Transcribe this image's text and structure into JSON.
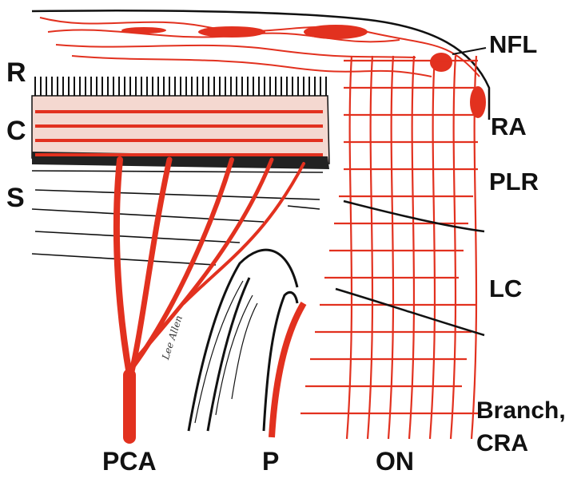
{
  "labels": {
    "R": "R",
    "C": "C",
    "S": "S",
    "NFL": "NFL",
    "RA": "RA",
    "PLR": "PLR",
    "LC": "LC",
    "branch": "Branch,",
    "cra": "CRA",
    "PCA": "PCA",
    "P": "P",
    "ON": "ON"
  },
  "signature": "Lee Allen",
  "colors": {
    "vessel": "#e2311f",
    "ink": "#111111",
    "paper": "#ffffff"
  }
}
